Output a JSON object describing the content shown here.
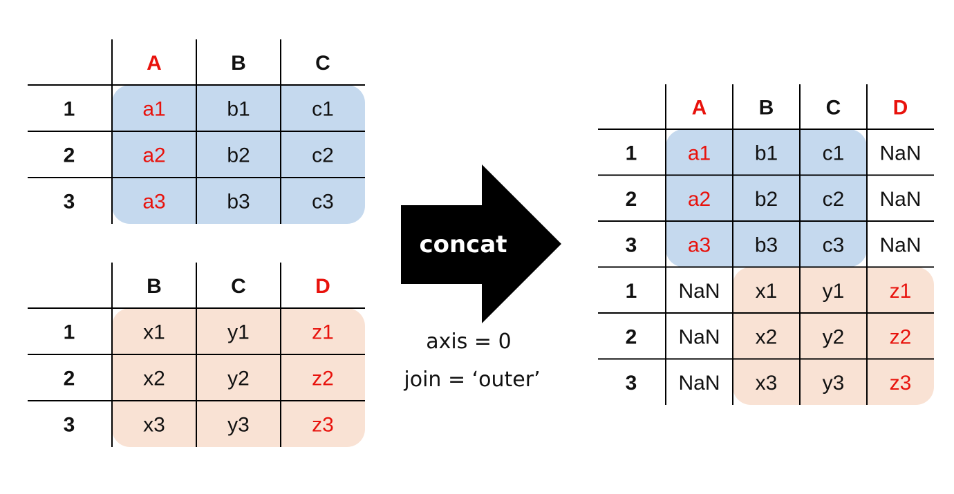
{
  "operation": {
    "label": "concat",
    "params": [
      "axis = 0",
      "join = ‘outer’"
    ]
  },
  "colors": {
    "blue_block": "#c5d9ee",
    "peach_block": "#f9e2d4",
    "highlight_text": "#e8120c",
    "arrow": "#000000"
  },
  "tables": {
    "left_top": {
      "columns": [
        {
          "label": "A",
          "highlight": true
        },
        {
          "label": "B",
          "highlight": false
        },
        {
          "label": "C",
          "highlight": false
        }
      ],
      "rows": [
        {
          "index": "1",
          "cells": [
            {
              "v": "a1",
              "h": true
            },
            {
              "v": "b1",
              "h": false
            },
            {
              "v": "c1",
              "h": false
            }
          ]
        },
        {
          "index": "2",
          "cells": [
            {
              "v": "a2",
              "h": true
            },
            {
              "v": "b2",
              "h": false
            },
            {
              "v": "c2",
              "h": false
            }
          ]
        },
        {
          "index": "3",
          "cells": [
            {
              "v": "a3",
              "h": true
            },
            {
              "v": "b3",
              "h": false
            },
            {
              "v": "c3",
              "h": false
            }
          ]
        }
      ]
    },
    "left_bottom": {
      "columns": [
        {
          "label": "B",
          "highlight": false
        },
        {
          "label": "C",
          "highlight": false
        },
        {
          "label": "D",
          "highlight": true
        }
      ],
      "rows": [
        {
          "index": "1",
          "cells": [
            {
              "v": "x1",
              "h": false
            },
            {
              "v": "y1",
              "h": false
            },
            {
              "v": "z1",
              "h": true
            }
          ]
        },
        {
          "index": "2",
          "cells": [
            {
              "v": "x2",
              "h": false
            },
            {
              "v": "y2",
              "h": false
            },
            {
              "v": "z2",
              "h": true
            }
          ]
        },
        {
          "index": "3",
          "cells": [
            {
              "v": "x3",
              "h": false
            },
            {
              "v": "y3",
              "h": false
            },
            {
              "v": "z3",
              "h": true
            }
          ]
        }
      ]
    },
    "result": {
      "columns": [
        {
          "label": "A",
          "highlight": true
        },
        {
          "label": "B",
          "highlight": false
        },
        {
          "label": "C",
          "highlight": false
        },
        {
          "label": "D",
          "highlight": true
        }
      ],
      "rows": [
        {
          "index": "1",
          "cells": [
            {
              "v": "a1",
              "h": true
            },
            {
              "v": "b1",
              "h": false
            },
            {
              "v": "c1",
              "h": false
            },
            {
              "v": "NaN",
              "h": false
            }
          ]
        },
        {
          "index": "2",
          "cells": [
            {
              "v": "a2",
              "h": true
            },
            {
              "v": "b2",
              "h": false
            },
            {
              "v": "c2",
              "h": false
            },
            {
              "v": "NaN",
              "h": false
            }
          ]
        },
        {
          "index": "3",
          "cells": [
            {
              "v": "a3",
              "h": true
            },
            {
              "v": "b3",
              "h": false
            },
            {
              "v": "c3",
              "h": false
            },
            {
              "v": "NaN",
              "h": false
            }
          ]
        },
        {
          "index": "1",
          "cells": [
            {
              "v": "NaN",
              "h": false
            },
            {
              "v": "x1",
              "h": false
            },
            {
              "v": "y1",
              "h": false
            },
            {
              "v": "z1",
              "h": true
            }
          ]
        },
        {
          "index": "2",
          "cells": [
            {
              "v": "NaN",
              "h": false
            },
            {
              "v": "x2",
              "h": false
            },
            {
              "v": "y2",
              "h": false
            },
            {
              "v": "z2",
              "h": true
            }
          ]
        },
        {
          "index": "3",
          "cells": [
            {
              "v": "NaN",
              "h": false
            },
            {
              "v": "x3",
              "h": false
            },
            {
              "v": "y3",
              "h": false
            },
            {
              "v": "z3",
              "h": true
            }
          ]
        }
      ]
    }
  }
}
